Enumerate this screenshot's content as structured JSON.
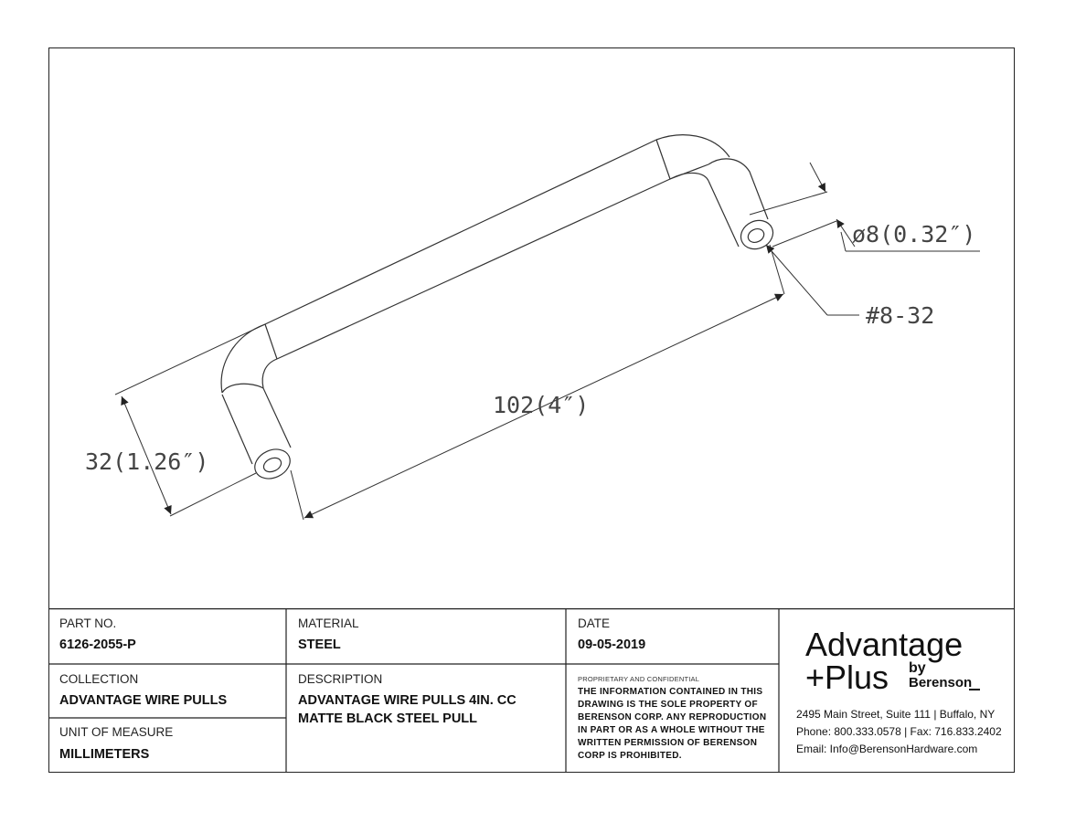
{
  "drawing": {
    "dim_length": "102(4″)",
    "dim_height": "32(1.26″)",
    "dim_diameter": "ø8(0.32″)",
    "dim_thread": "#8-32"
  },
  "title_block": {
    "part_no": {
      "label": "PART NO.",
      "value": "6126-2055-P"
    },
    "material": {
      "label": "MATERIAL",
      "value": "STEEL"
    },
    "date": {
      "label": "DATE",
      "value": "09-05-2019"
    },
    "collection": {
      "label": "COLLECTION",
      "value": "ADVANTAGE WIRE PULLS"
    },
    "description": {
      "label": "DESCRIPTION",
      "line1": "ADVANTAGE WIRE PULLS 4IN. CC",
      "line2": "MATTE BLACK STEEL PULL"
    },
    "unit": {
      "label": "UNIT OF MEASURE",
      "value": "MILLIMETERS"
    },
    "proprietary": {
      "heading": "PROPRIETARY AND CONFIDENTIAL",
      "lines": [
        "THE INFORMATION CONTAINED IN THIS",
        "DRAWING IS THE SOLE PROPERTY OF",
        "BERENSON CORP. ANY REPRODUCTION",
        "IN PART OR AS A WHOLE WITHOUT THE",
        "WRITTEN PERMISSION OF BERENSON",
        "CORP IS PROHIBITED."
      ]
    },
    "logo": {
      "line1": "Advantage",
      "line2": "+Plus",
      "by": "by",
      "brand": "Berenson"
    },
    "contact": {
      "address": "2495 Main Street, Suite 111 | Buffalo, NY",
      "phone": "Phone: 800.333.0578 | Fax: 716.833.2402",
      "email": "Email: Info@BerensonHardware.com"
    }
  }
}
